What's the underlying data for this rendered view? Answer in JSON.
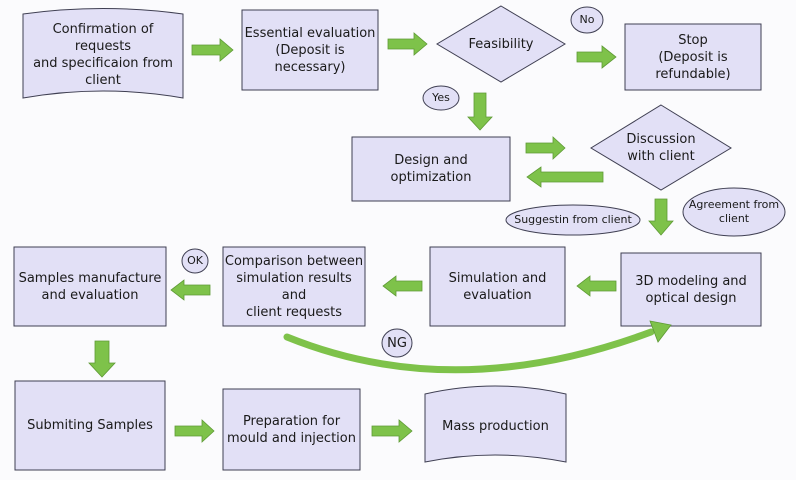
{
  "colors": {
    "box_fill": "#e2e0f6",
    "box_stroke": "#3f3f52",
    "arrow_fill": "#7ec24a",
    "arrow_stroke": "#5e9a35"
  },
  "nodes": {
    "confirmation": "Confirmation of requests\nand specificaion from\nclient",
    "essential_evaluation": "Essential evaluation\n(Deposit is\nnecessary)",
    "feasibility": "Feasibility",
    "stop": "Stop\n(Deposit is\nrefundable)",
    "design_optimization": "Design and optimization",
    "discussion": "Discussion\nwith client",
    "samples_manufacture": "Samples manufacture\nand evaluation",
    "comparison": "Comparison between\nsimulation results and\nclient requests",
    "simulation": "Simulation and\nevaluation",
    "modeling": "3D modeling and\noptical design",
    "submitting": "Submiting Samples",
    "preparation": "Preparation for\nmould and injection",
    "mass_production": "Mass production"
  },
  "labels": {
    "no": "No",
    "yes": "Yes",
    "suggestion": "Suggestin from client",
    "agreement": "Agreement from\nclient",
    "ok": "OK",
    "ng": "NG"
  }
}
